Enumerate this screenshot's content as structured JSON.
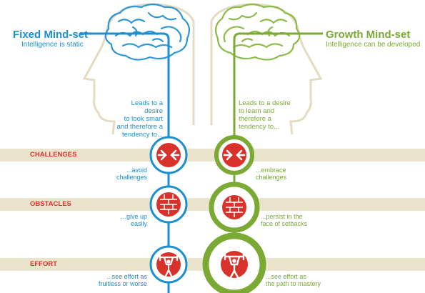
{
  "fixed": {
    "title": "Fixed Mind-set",
    "subtitle": "Intelligence is static",
    "desire": "Leads to a desire\nto look smart\nand therefore a\ntendency to...",
    "color": "#1b8fcf"
  },
  "growth": {
    "title": "Growth Mind-set",
    "subtitle": "Intelligence can be developed",
    "desire": "Leads to a desire\nto learn and\ntherefore a\ntendency to...",
    "color": "#7aaa34"
  },
  "rows": [
    {
      "label": "CHALLENGES",
      "icon": "arrows-icon",
      "fixed_response": "...avoid\nchallenges",
      "growth_response": "...embrace\nchallenges"
    },
    {
      "label": "OBSTACLES",
      "icon": "brick-wall-icon",
      "fixed_response": "...give up\neasily",
      "growth_response": "...persist in the\nface of setbacks"
    },
    {
      "label": "EFFORT",
      "icon": "weightlifter-icon",
      "fixed_response": "...see effort as\nfruitless or worse",
      "growth_response": "...see effort as\nthe path to mastery"
    }
  ],
  "colors": {
    "accent_red": "#d9322a",
    "band": "#ebe4cc",
    "head_outline": "#e3dcc2",
    "fixed_brain": "#2e97d4",
    "growth_brain": "#8cbb4a"
  }
}
